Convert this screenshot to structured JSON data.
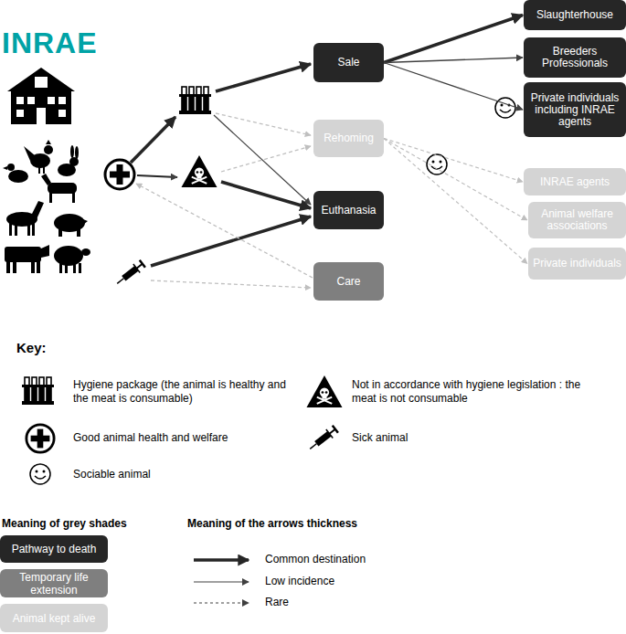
{
  "diagram": {
    "nodes": [
      {
        "text": [
          "Sale"
        ]
      },
      {
        "text": [
          "Slaughterhouse"
        ]
      },
      {
        "text": [
          "Breeders Professionals"
        ]
      },
      {
        "text": [
          "Private individuals including INRAE agents"
        ]
      },
      {
        "text": [
          "Rehoming"
        ]
      },
      {
        "text": [
          "Euthanasia"
        ]
      },
      {
        "text": [
          "Care"
        ]
      },
      {
        "text": [
          "INRAE agents"
        ]
      },
      {
        "text": [
          "Animal welfare associations"
        ]
      },
      {
        "text": [
          "Private individuals"
        ]
      }
    ],
    "edges": [
      {
        "from": 0,
        "to": 1,
        "arrow": "to"
      },
      {
        "from": 0,
        "to": 2,
        "arrow": "to"
      },
      {
        "from": 0,
        "to": 3,
        "arrow": "to"
      },
      {
        "from": 4,
        "to": 7,
        "arrow": "to"
      },
      {
        "from": 4,
        "to": 8,
        "arrow": "to"
      },
      {
        "from": 4,
        "to": 9,
        "arrow": "to"
      }
    ],
    "labels": [
      "INRAE",
      "Key:",
      "Meaning of grey shades",
      "Meaning of the arrows thickness"
    ],
    "legend": [
      {
        "text": "Hygiene package (the animal is healthy and the meat is consumable)"
      },
      {
        "text": "Not in accordance with hygiene legislation : the meat is not consumable"
      },
      {
        "text": "Good animal health and welfare"
      },
      {
        "text": "Sick animal"
      },
      {
        "text": "Sociable animal"
      },
      {
        "text": "Pathway to death",
        "color": "#262626"
      },
      {
        "text": "Temporary life extension",
        "color": "#7f7f7f"
      },
      {
        "text": "Animal kept alive",
        "color": "#d4d4d4"
      },
      {
        "text": "Common destination"
      },
      {
        "text": "Low incidence"
      },
      {
        "text": "Rare"
      }
    ]
  }
}
